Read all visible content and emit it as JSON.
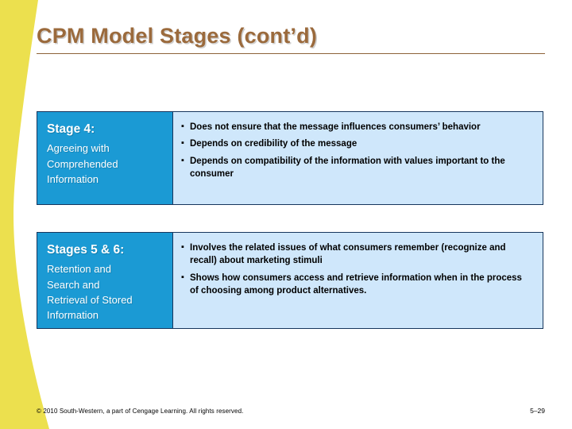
{
  "slide": {
    "title": "CPM Model Stages (cont’d)",
    "accent_color": "#9b6a3c",
    "panel_color": "#1b9ad4",
    "body_color": "#cfe7fb",
    "border_color": "#17365d",
    "deco_color": "#ece04e"
  },
  "boxes": [
    {
      "heading": "Stage 4:",
      "sublines": [
        "Agreeing with",
        "Comprehended",
        "Information"
      ],
      "bullet_mark": "▪",
      "bullets": [
        "Does not ensure that the message influences consumers’ behavior",
        "Depends on credibility of the message",
        "Depends on compatibility of the information with values important to the consumer"
      ]
    },
    {
      "heading": "Stages 5 & 6:",
      "sublines": [
        "Retention and",
        "Search and",
        "Retrieval of Stored",
        "Information"
      ],
      "bullet_mark": "▪",
      "bullets": [
        "Involves the related issues of what consumers remember (recognize and recall) about marketing stimuli",
        "Shows how consumers access and retrieve information when in the process of choosing among product alternatives."
      ]
    }
  ],
  "footer": {
    "copyright": "© 2010 South-Western, a part of Cengage Learning. All rights reserved.",
    "page_number": "5–29"
  }
}
